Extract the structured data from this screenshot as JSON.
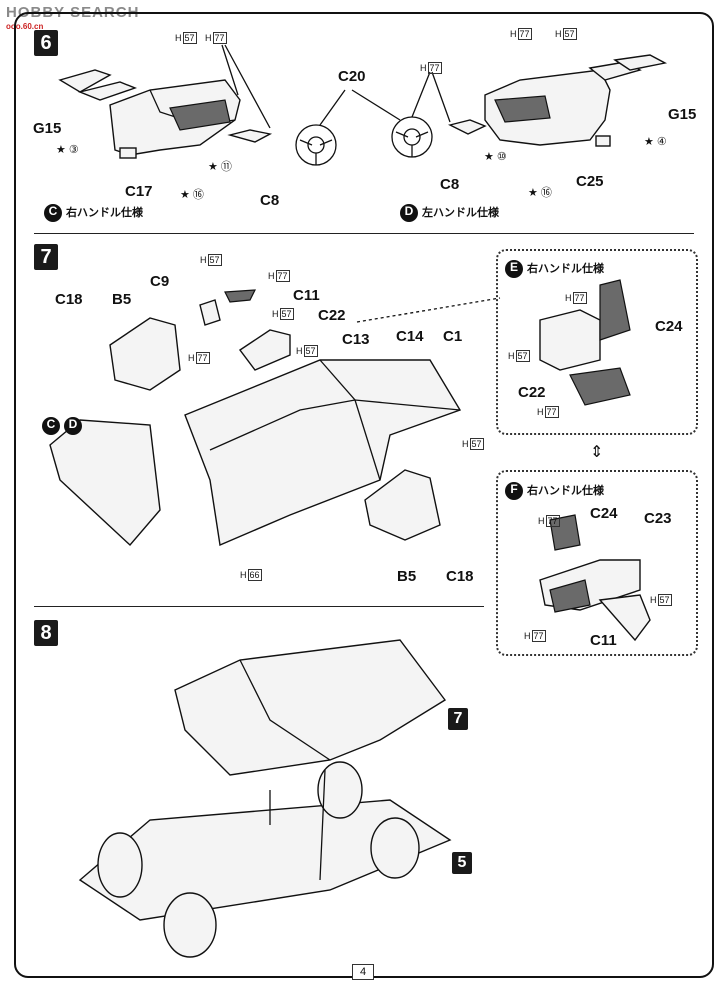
{
  "watermark": {
    "text": "HOBBY SEARCH",
    "sub": "ooo.60.cn"
  },
  "page_number": "4",
  "steps": {
    "s6": {
      "number": "6",
      "caption_c": "右ハンドル仕様",
      "caption_d": "左ハンドル仕様",
      "badge_c": "C",
      "badge_d": "D",
      "labels": {
        "g15_left": "G15",
        "g15_right": "G15",
        "c17": "C17",
        "c8_left": "C8",
        "c8_right": "C8",
        "c20": "C20",
        "c25": "C25"
      },
      "numbers": {
        "n3": "③",
        "n11": "⑪",
        "n16a": "⑯",
        "n10": "⑩",
        "n16b": "⑯",
        "n4": "④"
      },
      "hcodes": {
        "h57a": "57",
        "h77a": "77",
        "h77b": "77",
        "h77c": "77",
        "h57b": "57"
      }
    },
    "s7": {
      "number": "7",
      "labels": {
        "c18b5": "C18",
        "b5": "B5",
        "c9": "C9",
        "c11": "C11",
        "c22": "C22",
        "c13": "C13",
        "c14": "C14",
        "c1": "C1",
        "b5b": "B5",
        "c18b": "C18",
        "c": "C",
        "d": "D"
      },
      "hcodes": {
        "h57a": "57",
        "h77a": "77",
        "h57b": "57",
        "h77b": "77",
        "h57c": "57",
        "h57d": "57",
        "h66": "66"
      }
    },
    "boxE": {
      "badge": "E",
      "caption": "右ハンドル仕様",
      "labels": {
        "c24": "C24",
        "c22": "C22"
      },
      "hcodes": {
        "h77a": "77",
        "h57": "57",
        "h77b": "77"
      }
    },
    "boxF": {
      "badge": "F",
      "caption": "右ハンドル仕様",
      "labels": {
        "c24": "C24",
        "c23": "C23",
        "c11": "C11"
      },
      "hcodes": {
        "h77a": "77",
        "h57": "57",
        "h77b": "77"
      }
    },
    "s8": {
      "number": "8",
      "ref7": "7",
      "ref5": "5"
    }
  },
  "h_prefix": "H"
}
